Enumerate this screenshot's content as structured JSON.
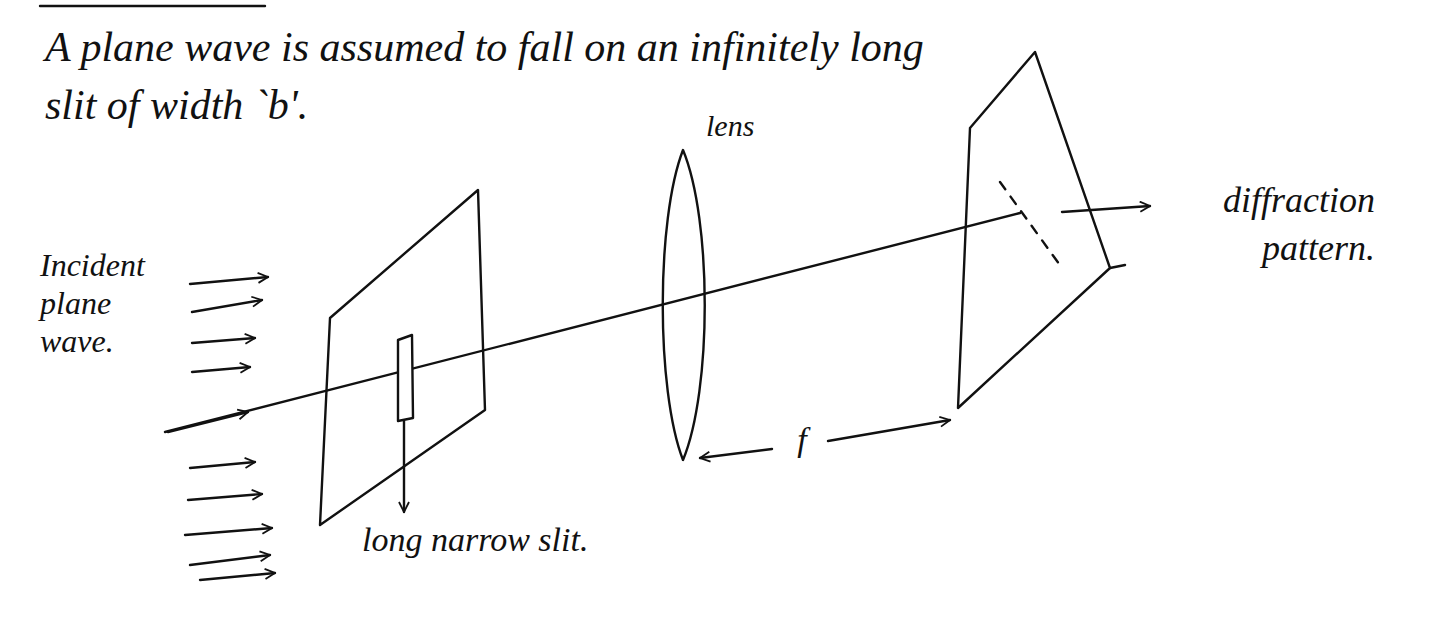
{
  "diagram": {
    "labels": [
      "A plane wave is assumed to fall on an infinitely long slit of width `b'.",
      "lens",
      "Incident plane wave.",
      "long narrow slit.",
      "f",
      "diffraction pattern."
    ]
  }
}
